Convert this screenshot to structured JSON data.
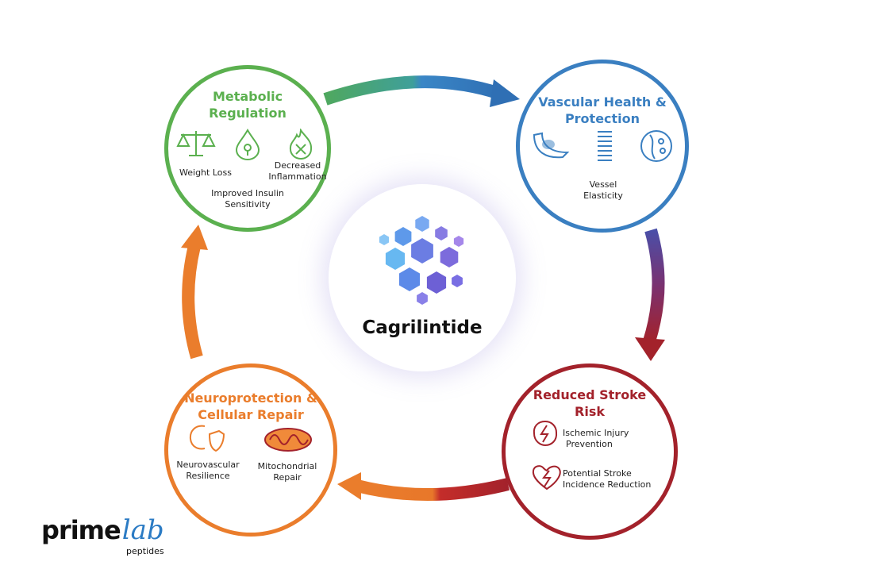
{
  "center": {
    "title": "Cagrilintide",
    "icon": "hexagon-molecule-cluster"
  },
  "nodes": {
    "metabolic": {
      "title_line1": "Metabolic",
      "title_line2": "Regulation",
      "color": "#5bb04f",
      "items": [
        "Weight Loss",
        "Decreased Inflammation",
        "Improved Insulin Sensitivity"
      ],
      "item_lines": {
        "weight": "Weight Loss",
        "infl1": "Decreased",
        "infl2": "Inflammation",
        "ins1": "Improved Insulin",
        "ins2": "Sensitivity"
      }
    },
    "vascular": {
      "title_line1": "Vascular Health &",
      "title_line2": "Protection",
      "color": "#3a7fc1",
      "item_lines": {
        "v1": "Vessel",
        "v2": "Elasticity"
      }
    },
    "stroke": {
      "title_line1": "Reduced Stroke",
      "title_line2": "Risk",
      "color": "#a3222b",
      "item_lines": {
        "a1": "Ischemic Injury",
        "a2": "Prevention",
        "b1": "Potential Stroke",
        "b2": "Incidence Reduction"
      }
    },
    "neuro": {
      "title_line1": "Neuroprotection &",
      "title_line2": "Cellular Repair",
      "color": "#ea7d2c",
      "item_lines": {
        "n1": "Neurovascular",
        "n2": "Resilience",
        "m1": "Mitochondrial",
        "m2": "Repair"
      }
    }
  },
  "logo": {
    "prime": "prime",
    "lab": "lab",
    "sub": "peptides"
  }
}
